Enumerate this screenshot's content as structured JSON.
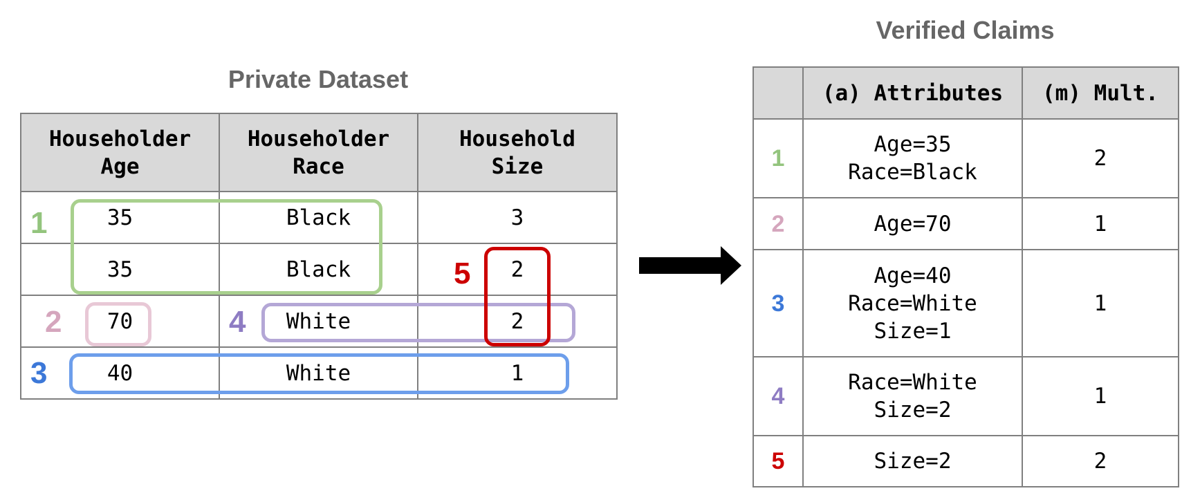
{
  "private_dataset": {
    "title": "Private Dataset",
    "headers": [
      "Householder\nAge",
      "Householder\nRace",
      "Household\nSize"
    ],
    "rows": [
      [
        "35",
        "Black",
        "3"
      ],
      [
        "35",
        "Black",
        "2"
      ],
      [
        "70",
        "White",
        "2"
      ],
      [
        "40",
        "White",
        "1"
      ]
    ]
  },
  "highlights": [
    {
      "id": "1",
      "color": "#a8d08d"
    },
    {
      "id": "2",
      "color": "#e8c8d6"
    },
    {
      "id": "3",
      "color": "#6d9eeb"
    },
    {
      "id": "4",
      "color": "#b4a7d6"
    },
    {
      "id": "5",
      "color": "#cc0000"
    }
  ],
  "label_colors": {
    "1": "#93c47d",
    "2": "#d5a6bd",
    "3": "#3c78d8",
    "4": "#8e7cc3",
    "5": "#cc0000"
  },
  "verified_claims": {
    "title": "Verified Claims",
    "headers": [
      "",
      "(a) Attributes",
      "(m) Mult."
    ],
    "rows": [
      {
        "id": "1",
        "attributes": "Age=35\nRace=Black",
        "mult": "2"
      },
      {
        "id": "2",
        "attributes": "Age=70",
        "mult": "1"
      },
      {
        "id": "3",
        "attributes": "Age=40\nRace=White\nSize=1",
        "mult": "1"
      },
      {
        "id": "4",
        "attributes": "Race=White\nSize=2",
        "mult": "1"
      },
      {
        "id": "5",
        "attributes": "Size=2",
        "mult": "2"
      }
    ]
  },
  "arrow": {
    "icon": "right-arrow-icon",
    "color": "#000000"
  }
}
